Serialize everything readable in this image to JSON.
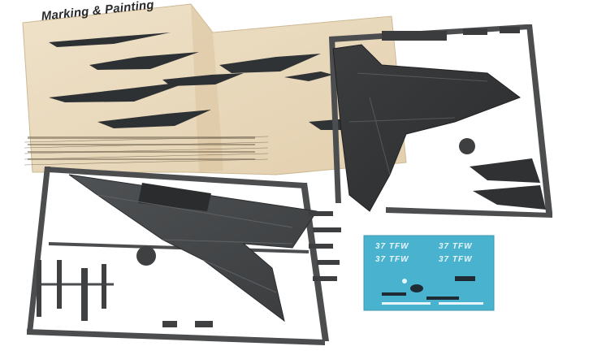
{
  "booklet": {
    "title": "Marking & Painting"
  },
  "decal_sheet": {
    "codes": [
      "37 TFW",
      "37 TFW",
      "37 TFW",
      "37 TFW"
    ]
  },
  "colors": {
    "sprue": "#4b4d4f",
    "paper": "#ead9bd",
    "decal": "#49b3cf"
  }
}
